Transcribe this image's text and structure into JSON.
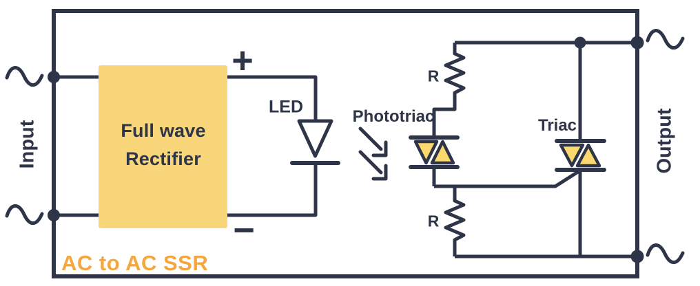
{
  "diagram": {
    "title": "AC to AC SSR",
    "labels": {
      "input": "Input",
      "output": "Output",
      "rectifier_line1": "Full wave",
      "rectifier_line2": "Rectifier",
      "led": "LED",
      "phototriac": "Phototriac",
      "triac": "Triac",
      "resistor_top": "R",
      "resistor_bottom": "R",
      "polarity_plus": "+",
      "polarity_minus": "−"
    },
    "icons": {
      "ac_wave": "ac-wave-icon",
      "light_arrows": "light-emission-arrows-icon"
    },
    "colors": {
      "line": "#2e3548",
      "rectifier_fill": "#f9d679",
      "triangle_fill": "#fbd96f",
      "accent_orange": "#f6a63e",
      "background": "#ffffff"
    }
  }
}
